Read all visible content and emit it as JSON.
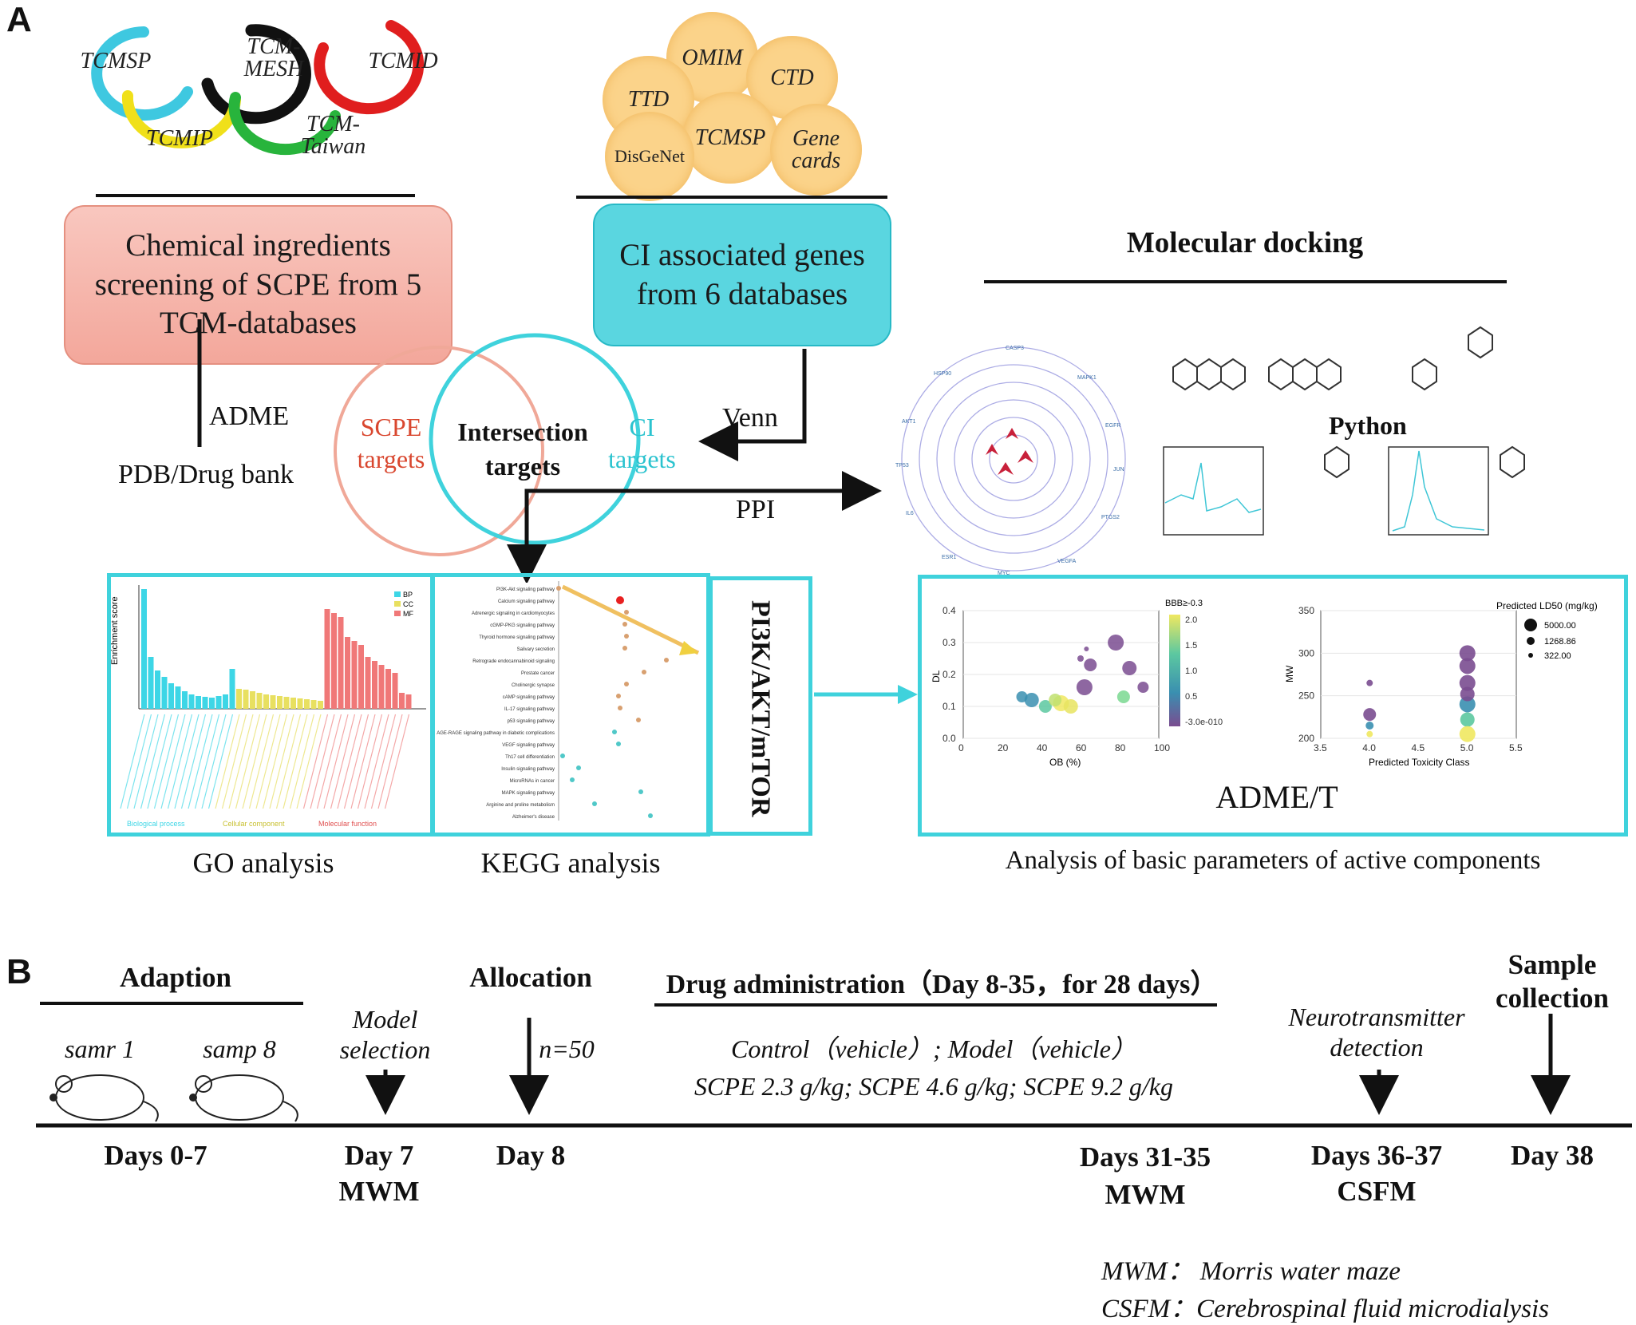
{
  "panel_a": {
    "letter": "A",
    "tcm_databases": [
      "TCMSP",
      "TCM-MESH",
      "TCMID",
      "TCMIP",
      "TCM-Taiwan"
    ],
    "disease_databases": [
      "OMIM",
      "CTD",
      "TTD",
      "TCMSP",
      "Gene cards",
      "DisGeNet"
    ],
    "box_chemical": "Chemical ingredients screening of SCPE from 5 TCM-databases",
    "box_ci_genes": "CI associated genes from 6 databases",
    "arrow_adme": "ADME",
    "arrow_pdb": "PDB/Drug bank",
    "arrow_venn": "Venn",
    "arrow_ppi": "PPI",
    "venn_scpe": "SCPE targets",
    "venn_intersection": "Intersection targets",
    "venn_ci": "CI targets",
    "molecular_docking": "Molecular docking",
    "python_label": "Python",
    "pathway_label": "PI3K/AKT/mTOR",
    "go_caption": "GO analysis",
    "kegg_caption": "KEGG analysis",
    "adme_title": "ADME/T",
    "adme_caption": "Analysis of basic parameters of active components",
    "go_chart": {
      "ylabel": "Enrichment score",
      "legend": [
        "BP",
        "CC",
        "MF"
      ],
      "groups": [
        "Biological process",
        "Cellular component",
        "Molecular function"
      ]
    },
    "kegg_pathways": [
      "PI3K-Akt signaling pathway",
      "Calcium signaling pathway",
      "Adrenergic signaling in cardiomyocytes",
      "cGMP-PKG signaling pathway",
      "Thyroid hormone signaling pathway",
      "Salivary secretion",
      "Retrograde endocannabinoid signaling",
      "Prostate cancer",
      "Cholinergic synapse",
      "cAMP signaling pathway",
      "IL-17 signaling pathway",
      "p53 signaling pathway",
      "AGE-RAGE signaling pathway in diabetic complications",
      "VEGF signaling pathway",
      "Th17 cell differentiation",
      "Insulin signaling pathway",
      "MicroRNAs in cancer",
      "MAPK signaling pathway",
      "Arginine and proline metabolism",
      "Alzheimer's disease"
    ],
    "adme_left": {
      "xlabel": "OB (%)",
      "ylabel": "DL",
      "xticks": [
        "0",
        "20",
        "40",
        "60",
        "80",
        "100"
      ],
      "yticks": [
        "0.0",
        "0.1",
        "0.2",
        "0.3",
        "0.4"
      ],
      "colorbar_title": "BBB≥-0.3",
      "colorbar_ticks": [
        "2.0",
        "1.5",
        "1.0",
        "0.5",
        "-3.0e-010"
      ]
    },
    "adme_right": {
      "xlabel": "Predicted Toxicity Class",
      "ylabel": "MW",
      "xticks": [
        "3.5",
        "4.0",
        "4.5",
        "5.0",
        "5.5"
      ],
      "yticks": [
        "200",
        "250",
        "300",
        "350"
      ],
      "legend_title": "Predicted LD50 (mg/kg)",
      "legend_values": [
        "5000.00",
        "1268.86",
        "322.00"
      ]
    }
  },
  "panel_b": {
    "letter": "B",
    "adaption": "Adaption",
    "mouse1": "samr 1",
    "mouse2": "samp 8",
    "model_selection": "Model selection",
    "allocation": "Allocation",
    "n50": "n=50",
    "drug_admin": "Drug administration（Day 8-35，for 28 days）",
    "groups_line1": "Control（vehicle）; Model（vehicle）",
    "groups_line2": "SCPE 2.3 g/kg; SCPE 4.6 g/kg; SCPE 9.2 g/kg",
    "neuro": "Neurotransmitter detection",
    "sample": "Sample collection",
    "days_0_7": "Days 0-7",
    "day7": "Day 7",
    "day7_sub": "MWM",
    "day8": "Day 8",
    "days31": "Days 31-35",
    "days31_sub": "MWM",
    "days36": "Days 36-37",
    "days36_sub": "CSFM",
    "day38": "Day 38",
    "abbr1": "MWM： Morris water maze",
    "abbr2": "CSFM：Cerebrospinal fluid microdialysis"
  },
  "colors": {
    "cyan": "#3fd2dc",
    "salmon": "#f3a79b",
    "scpe_text": "#d9472f",
    "ci_text": "#2bc3cf",
    "bubble": "#fbd38a"
  }
}
